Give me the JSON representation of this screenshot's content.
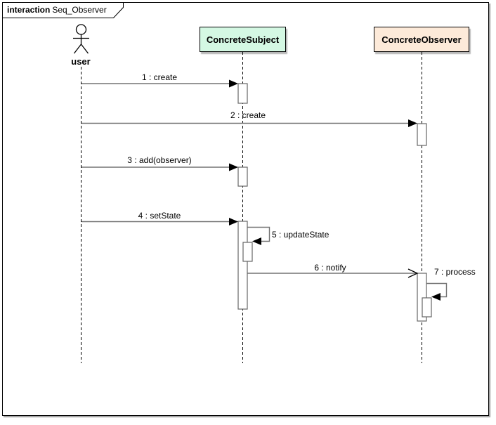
{
  "diagram": {
    "type": "uml-sequence-diagram",
    "frame": {
      "keyword": "interaction",
      "title": "Seq_Observer"
    },
    "actor": {
      "label": "user"
    },
    "participants": [
      {
        "label": "ConcreteSubject",
        "fill": "#d4f8e3"
      },
      {
        "label": "ConcreteObserver",
        "fill": "#fdead9"
      }
    ],
    "messages": [
      {
        "label": "1 : create"
      },
      {
        "label": "2 : create"
      },
      {
        "label": "3 : add(observer)"
      },
      {
        "label": "4 : setState"
      },
      {
        "label": "5 : updateState"
      },
      {
        "label": "6 : notify"
      },
      {
        "label": "7 : process"
      }
    ],
    "colors": {
      "message_line": "#737373",
      "activation_border": "#666666",
      "activation_fill": "#ffffff",
      "lifeline": "#000000",
      "frame_border": "#000000",
      "subject_fill": "#d4f8e3",
      "observer_fill": "#fdead9",
      "text": "#000000"
    }
  }
}
